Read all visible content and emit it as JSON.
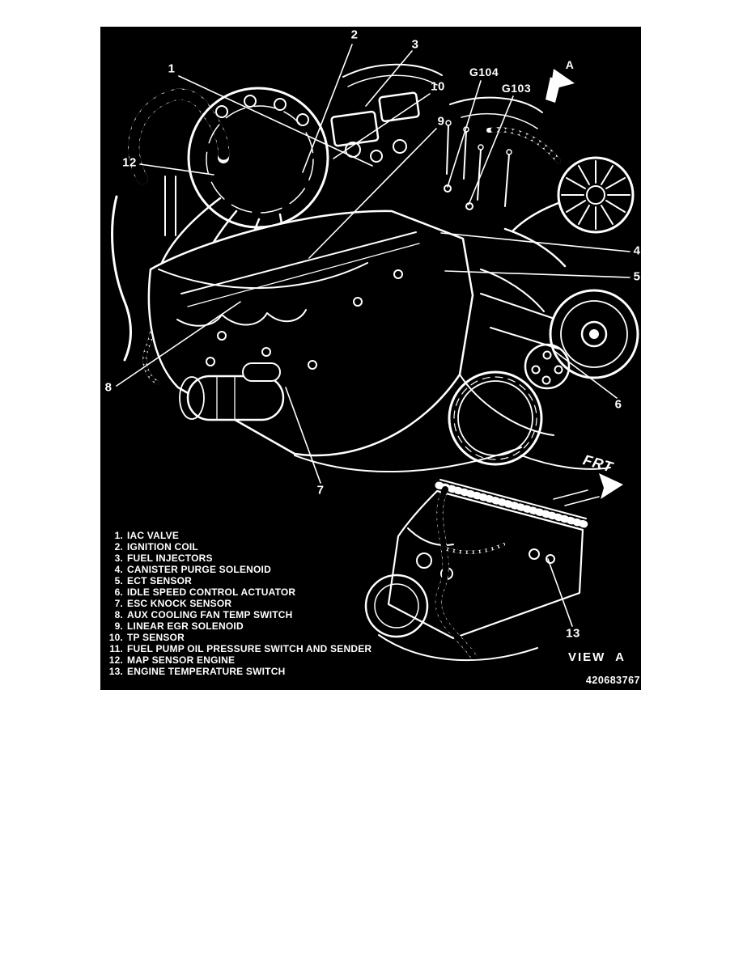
{
  "diagram": {
    "colors": {
      "background": "#000000",
      "line": "#ffffff"
    },
    "callouts": [
      "1",
      "2",
      "3",
      "4",
      "5",
      "6",
      "7",
      "8",
      "9",
      "10",
      "12",
      "13"
    ],
    "ground_labels": {
      "g104": "G104",
      "g103": "G103"
    },
    "frt_label": "FRT",
    "view_arrow_label": "A",
    "view_label": "VIEW  A",
    "figure_number": "420683767"
  },
  "legend": {
    "items": [
      {
        "num": "1.",
        "label": "IAC VALVE"
      },
      {
        "num": "2.",
        "label": "IGNITION COIL"
      },
      {
        "num": "3.",
        "label": "FUEL INJECTORS"
      },
      {
        "num": "4.",
        "label": "CANISTER PURGE SOLENOID"
      },
      {
        "num": "5.",
        "label": "ECT SENSOR"
      },
      {
        "num": "6.",
        "label": "IDLE SPEED CONTROL ACTUATOR"
      },
      {
        "num": "7.",
        "label": "ESC KNOCK SENSOR"
      },
      {
        "num": "8.",
        "label": "AUX COOLING FAN TEMP SWITCH"
      },
      {
        "num": "9.",
        "label": "LINEAR EGR SOLENOID"
      },
      {
        "num": "10.",
        "label": "TP SENSOR"
      },
      {
        "num": "11.",
        "label": "FUEL PUMP OIL PRESSURE SWITCH AND SENDER"
      },
      {
        "num": "12.",
        "label": "MAP SENSOR ENGINE"
      },
      {
        "num": "13.",
        "label": "ENGINE TEMPERATURE SWITCH"
      }
    ]
  }
}
